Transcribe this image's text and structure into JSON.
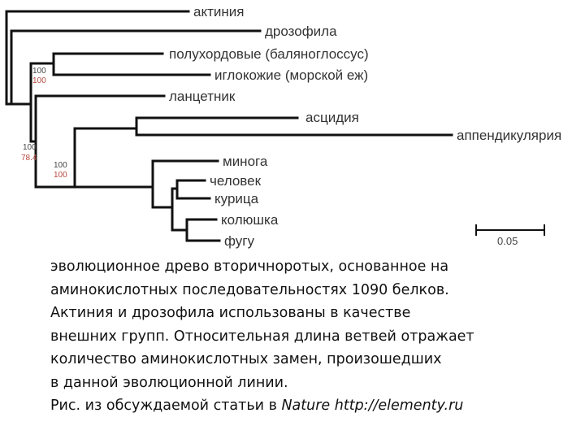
{
  "tree": {
    "leaves": {
      "aktiniya": "актиния",
      "drozofila": "дрозофила",
      "polukhordovye": "полухордовые (баляноглоссус)",
      "iglokozhie": "иглокожие (морской еж)",
      "lantsetnik": "ланцетник",
      "astsidiya": "асцидия",
      "appendikulyariya": "аппендикулярия",
      "minoga": "минога",
      "chelovek": "человек",
      "kuritsa": "курица",
      "kolyushka": "колюшка",
      "fugu": "фугу"
    },
    "support": {
      "ambulacraria_top": "100",
      "ambulacraria_bottom": "100",
      "chordata_top": "100",
      "chordata_bottom": "78.4",
      "vertebrata_top": "100",
      "vertebrata_bottom": "100"
    },
    "colors": {
      "branch": "#111111",
      "support_red": "#b5483f"
    },
    "scale_bar": {
      "label": "0.05"
    }
  },
  "caption": {
    "line1": "эволюционное древо вторичноротых, основанное на",
    "line2": "аминокислотных последовательностях 1090 белков.",
    "line3": "Актиния и дрозофила использованы в качестве",
    "line4": "внешних групп. Относительная длина ветвей отражает",
    "line5": "количество аминокислотных замен, произошедших",
    "line6": "в данной эволюционной линии.",
    "line7_prefix": "Рис. из обсуждаемой статьи в ",
    "line7_journal": "Nature",
    "line7_suffix": " http://elementy.ru"
  }
}
